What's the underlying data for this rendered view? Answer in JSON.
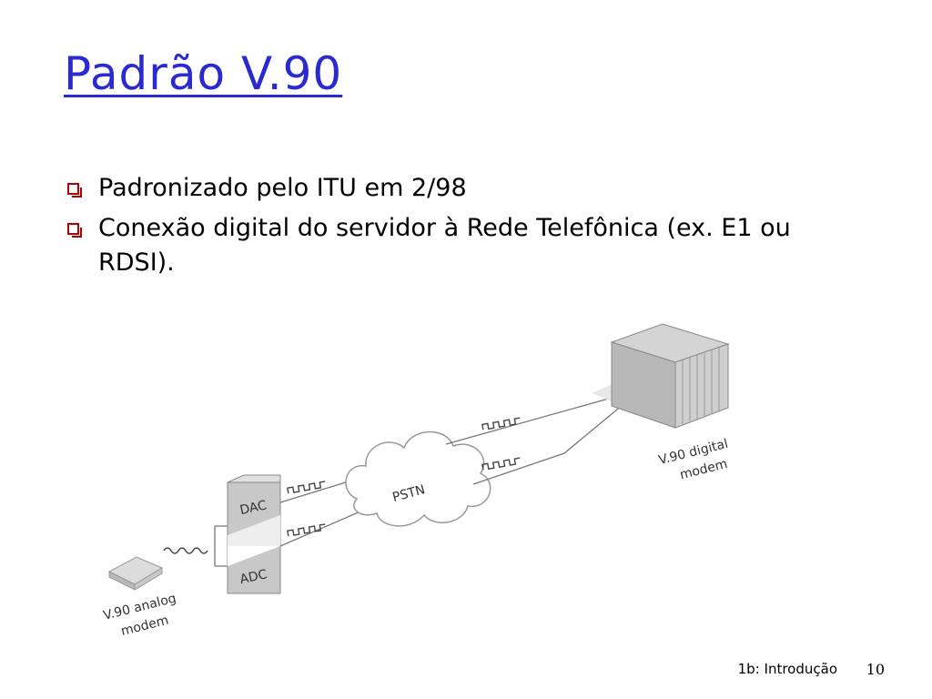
{
  "slide": {
    "title": "Padrão V.90",
    "bullets": [
      "Padronizado pelo ITU em 2/98",
      "Conexão digital do servidor à Rede Telefônica (ex. E1 ou RDSI)."
    ]
  },
  "diagram": {
    "dac_label": "DAC",
    "adc_label": "ADC",
    "pstn_label": "PSTN",
    "analog_modem_line1": "V.90 analog",
    "analog_modem_line2": "modem",
    "digital_modem_line1": "V.90 digital",
    "digital_modem_line2": "modem"
  },
  "footer": {
    "section": "1b: Introdução",
    "page_number": "10"
  }
}
